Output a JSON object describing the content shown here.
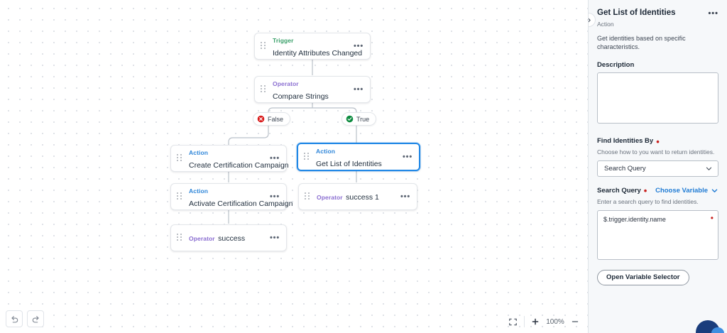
{
  "canvas": {
    "nodes": [
      {
        "id": "trigger",
        "kind": "Trigger",
        "name": "Identity Attributes Changed",
        "menu": "•••"
      },
      {
        "id": "compare",
        "kind": "Operator",
        "name": "Compare Strings",
        "menu": "•••"
      },
      {
        "id": "create",
        "kind": "Action",
        "name": "Create Certification Campaign",
        "menu": "•••"
      },
      {
        "id": "getlist",
        "kind": "Action",
        "name": "Get List of Identities",
        "menu": "•••"
      },
      {
        "id": "activate",
        "kind": "Action",
        "name": "Activate Certification Campaign",
        "menu": "•••"
      },
      {
        "id": "success1",
        "kind": "Operator",
        "name": "success 1",
        "menu": "•••"
      },
      {
        "id": "success",
        "kind": "Operator",
        "name": "success",
        "menu": "•••"
      }
    ],
    "branches": [
      {
        "id": "false",
        "label": "False",
        "icon": "error-circle-icon",
        "color": "#d91c1c"
      },
      {
        "id": "true",
        "label": "True",
        "icon": "check-circle-icon",
        "color": "#0c8a3e"
      }
    ],
    "toolbar": {
      "undo_label": "undo-icon",
      "redo_label": "redo-icon",
      "fit_label": "fit-to-screen-icon",
      "zoom_in_label": "+",
      "zoom_level": "100%",
      "zoom_out_label": "—"
    }
  },
  "panel": {
    "title": "Get List of Identities",
    "kind": "Action",
    "description_text": "Get identities based on specific characteristics.",
    "menu": "•••",
    "collapse_icon": "chevron-right-icon",
    "fields": {
      "description": {
        "label": "Description",
        "value": "",
        "placeholder": ""
      },
      "find_identities_by": {
        "label": "Find Identities By",
        "required": "•",
        "hint": "Choose how to you want to return identities.",
        "selected": "Search Query",
        "options": [
          "Search Query"
        ]
      },
      "search_query": {
        "label": "Search Query",
        "required": "•",
        "link_label": "Choose Variable",
        "hint": "Enter a search query to find identities.",
        "value": "$.trigger.identity.name",
        "placeholder": ""
      }
    },
    "variable_selector_button": "Open Variable Selector"
  },
  "colors": {
    "accent": "#1f7bd4",
    "selected_node_border": "#1f87e6",
    "trigger": "#3aa06a",
    "operator": "#8a6ed1",
    "action": "#2f86d9",
    "required": "#c9211e",
    "panel_bg": "#f6f8fa"
  }
}
